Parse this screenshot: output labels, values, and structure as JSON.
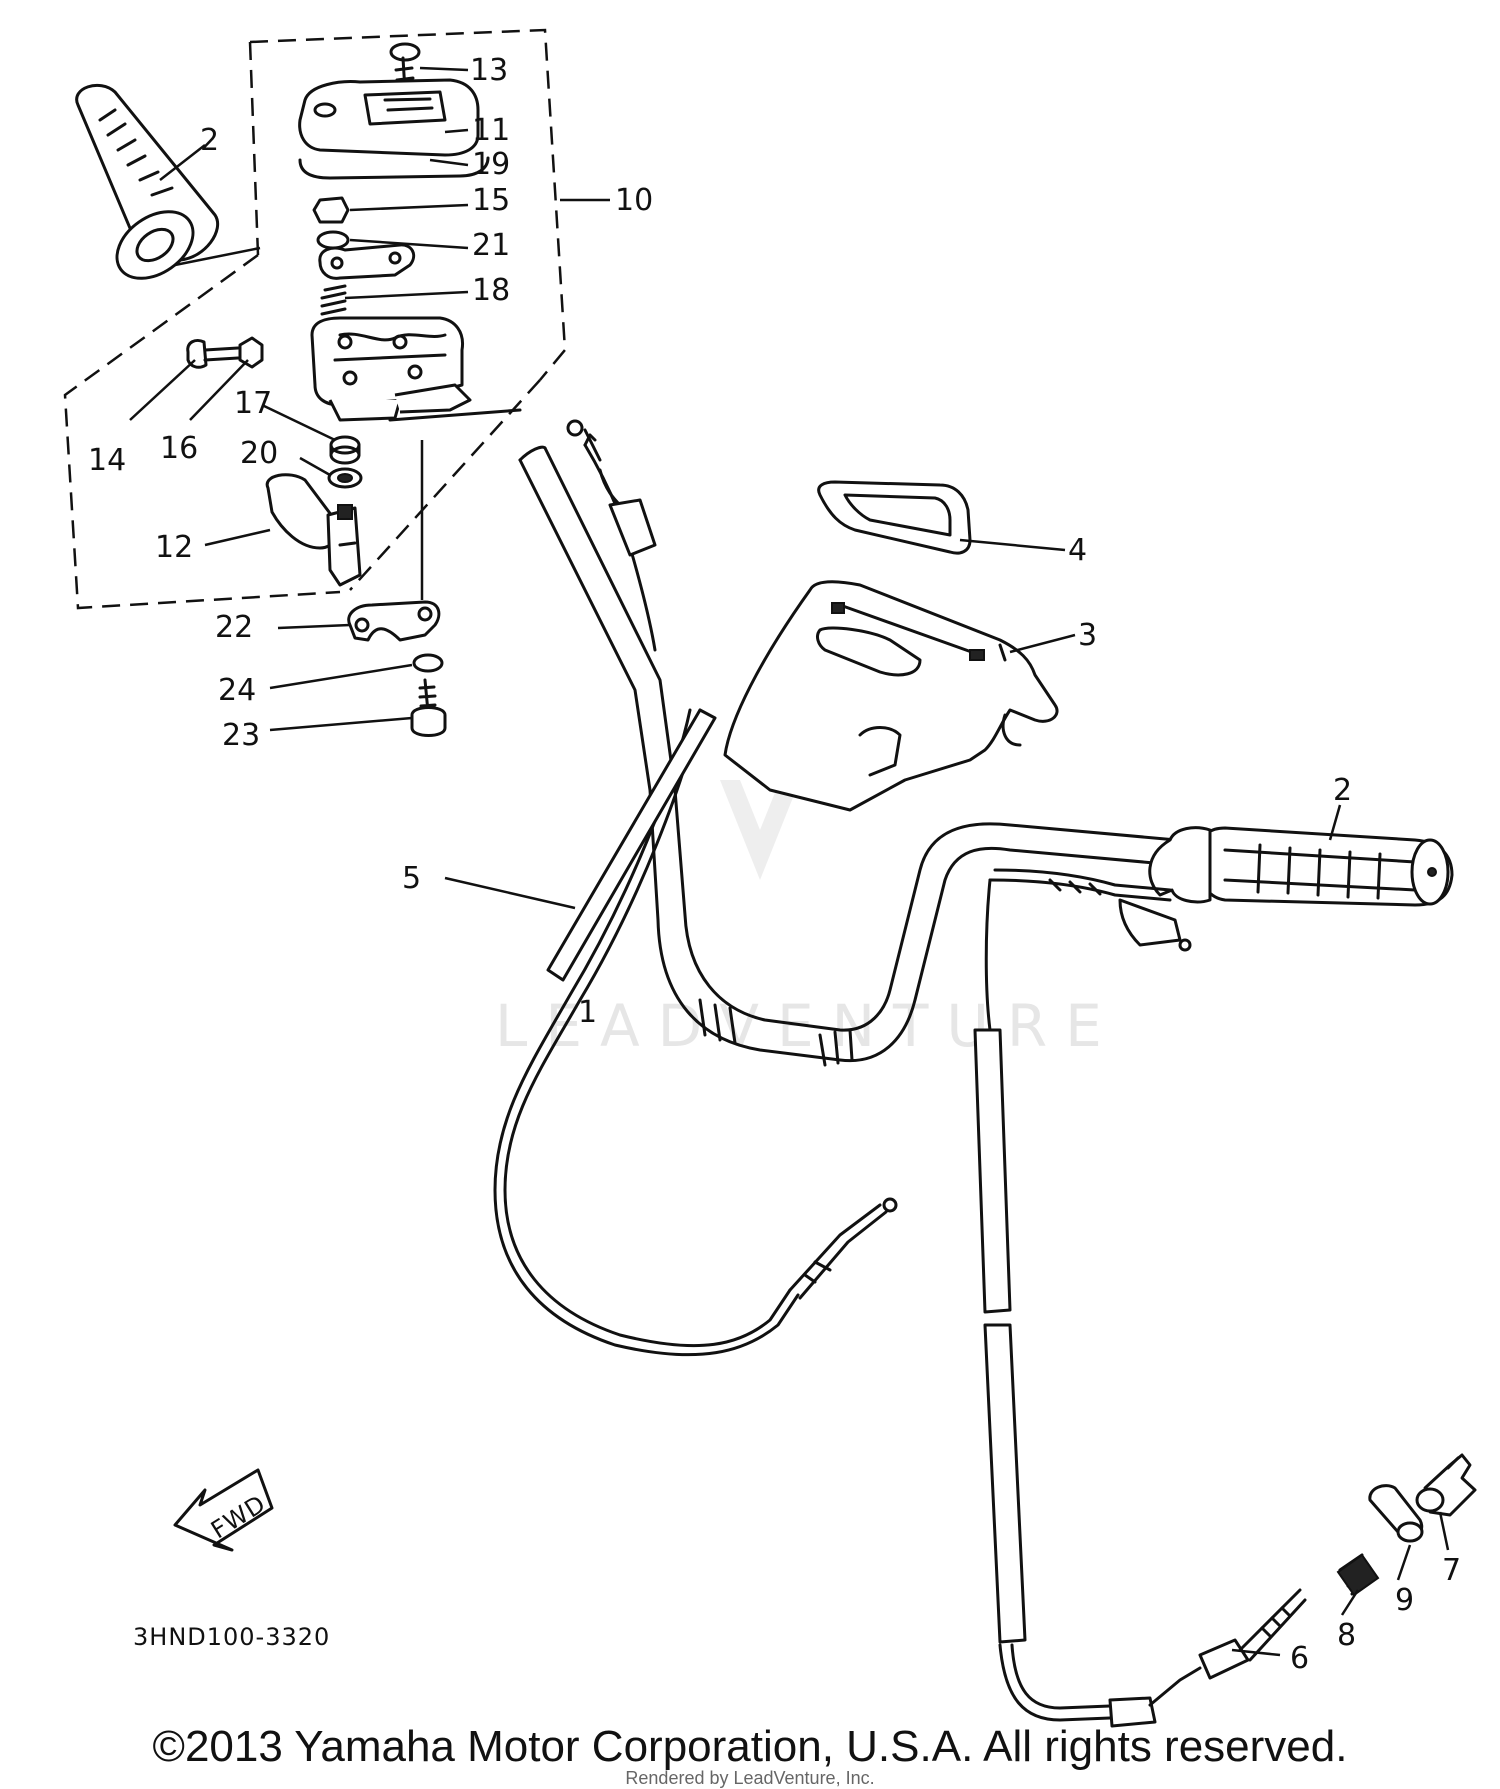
{
  "diagram_code": "3HND100-3320",
  "fwd_label": "FWD",
  "copyright": "©2013 Yamaha Motor Corporation, U.S.A. All rights reserved.",
  "rendered_by": "Rendered by LeadVenture, Inc.",
  "watermark": "LEADVENTURE",
  "callouts": {
    "c1": "1",
    "c2a": "2",
    "c2b": "2",
    "c3": "3",
    "c4": "4",
    "c5": "5",
    "c6": "6",
    "c7": "7",
    "c8": "8",
    "c9": "9",
    "c10": "10",
    "c11": "11",
    "c12": "12",
    "c13": "13",
    "c14": "14",
    "c15": "15",
    "c16": "16",
    "c17": "17",
    "c18": "18",
    "c19": "19",
    "c20": "20",
    "c21": "21",
    "c22": "22",
    "c23": "23",
    "c24": "24"
  }
}
